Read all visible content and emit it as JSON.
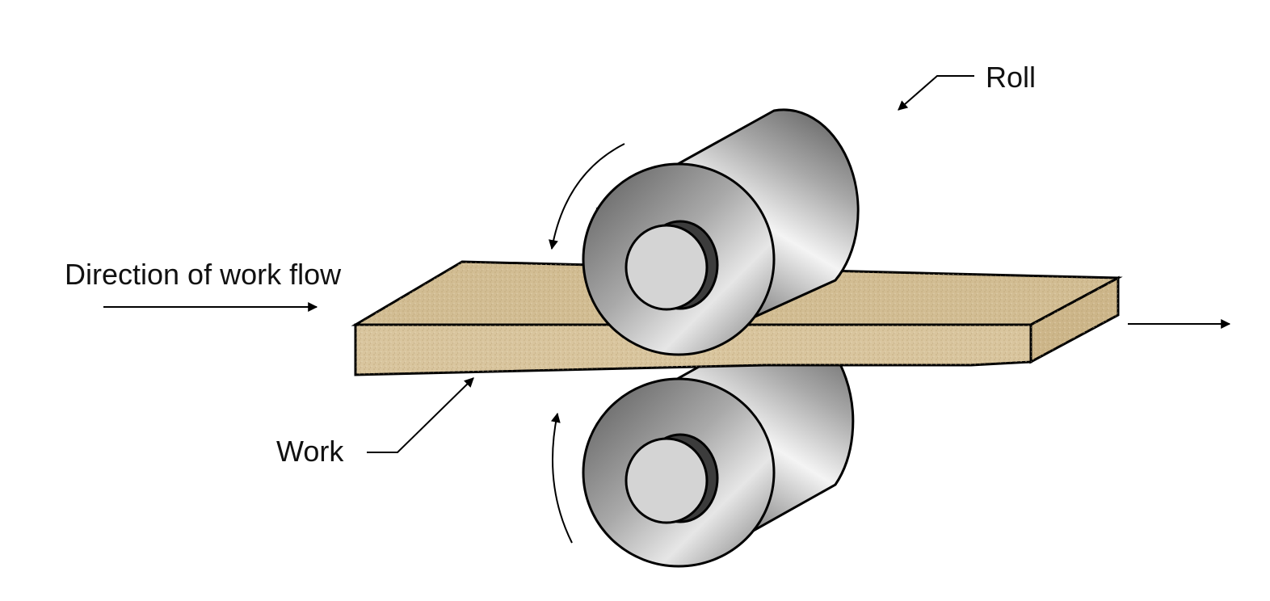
{
  "labels": {
    "roll": "Roll",
    "work": "Work",
    "direction": "Direction of work flow"
  },
  "colors": {
    "work_top": "#d2bd93",
    "work_front": "#d9c59e",
    "work_side": "#cdb68a",
    "roll_dark": "#4a4a4a",
    "roll_mid": "#9c9c9c",
    "roll_light": "#f2f2f2",
    "outline": "#000000"
  }
}
